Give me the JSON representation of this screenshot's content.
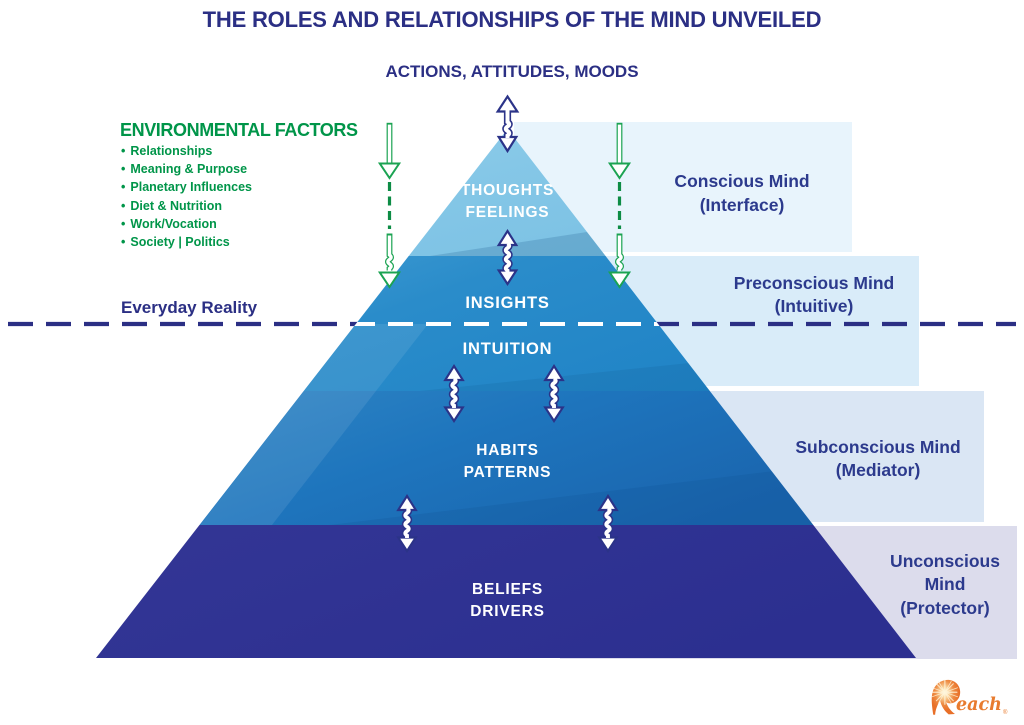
{
  "title": "THE ROLES AND RELATIONSHIPS OF THE MIND UNVEILED",
  "subtitle": "ACTIONS, ATTITUDES, MOODS",
  "environmental": {
    "heading": "ENVIRONMENTAL FACTORS",
    "bullet": "•",
    "items": [
      "Relationships",
      "Meaning & Purpose",
      "Planetary Influences",
      "Diet & Nutrition",
      "Work/Vocation",
      "Society | Politics"
    ]
  },
  "everyday_reality": "Everyday Reality",
  "pyramid_labels": {
    "thoughts": "THOUGHTS",
    "feelings": "FEELINGS",
    "insights": "INSIGHTS",
    "intuition": "INTUITION",
    "habits": "HABITS",
    "patterns": "PATTERNS",
    "beliefs": "BELIEFS",
    "drivers": "DRIVERS"
  },
  "mind_labels": {
    "conscious": {
      "line1": "Conscious Mind",
      "line2": "(Interface)"
    },
    "preconscious": {
      "line1": "Preconscious Mind",
      "line2": "(Intuitive)"
    },
    "subconscious": {
      "line1": "Subconscious Mind",
      "line2": "(Mediator)"
    },
    "unconscious": {
      "line1": "Unconscious",
      "line2": "Mind",
      "line3": "(Protector)"
    }
  },
  "logo": {
    "initial": "R",
    "rest": "each",
    "reg": "®"
  },
  "colors": {
    "navy_text": "#2b2f84",
    "green": "#009549",
    "layer_thoughts": "#85c7e7",
    "layer_insights": "#2489ca",
    "layer_habits": "#1e75bd",
    "layer_beliefs": "#2e3192",
    "rect_conscious": "#e8f4fc",
    "rect_preconscious": "#d9ecf9",
    "rect_subconscious": "#dae6f4",
    "rect_unconscious": "#dcdcec",
    "logo_orange": "#e87b2e"
  }
}
